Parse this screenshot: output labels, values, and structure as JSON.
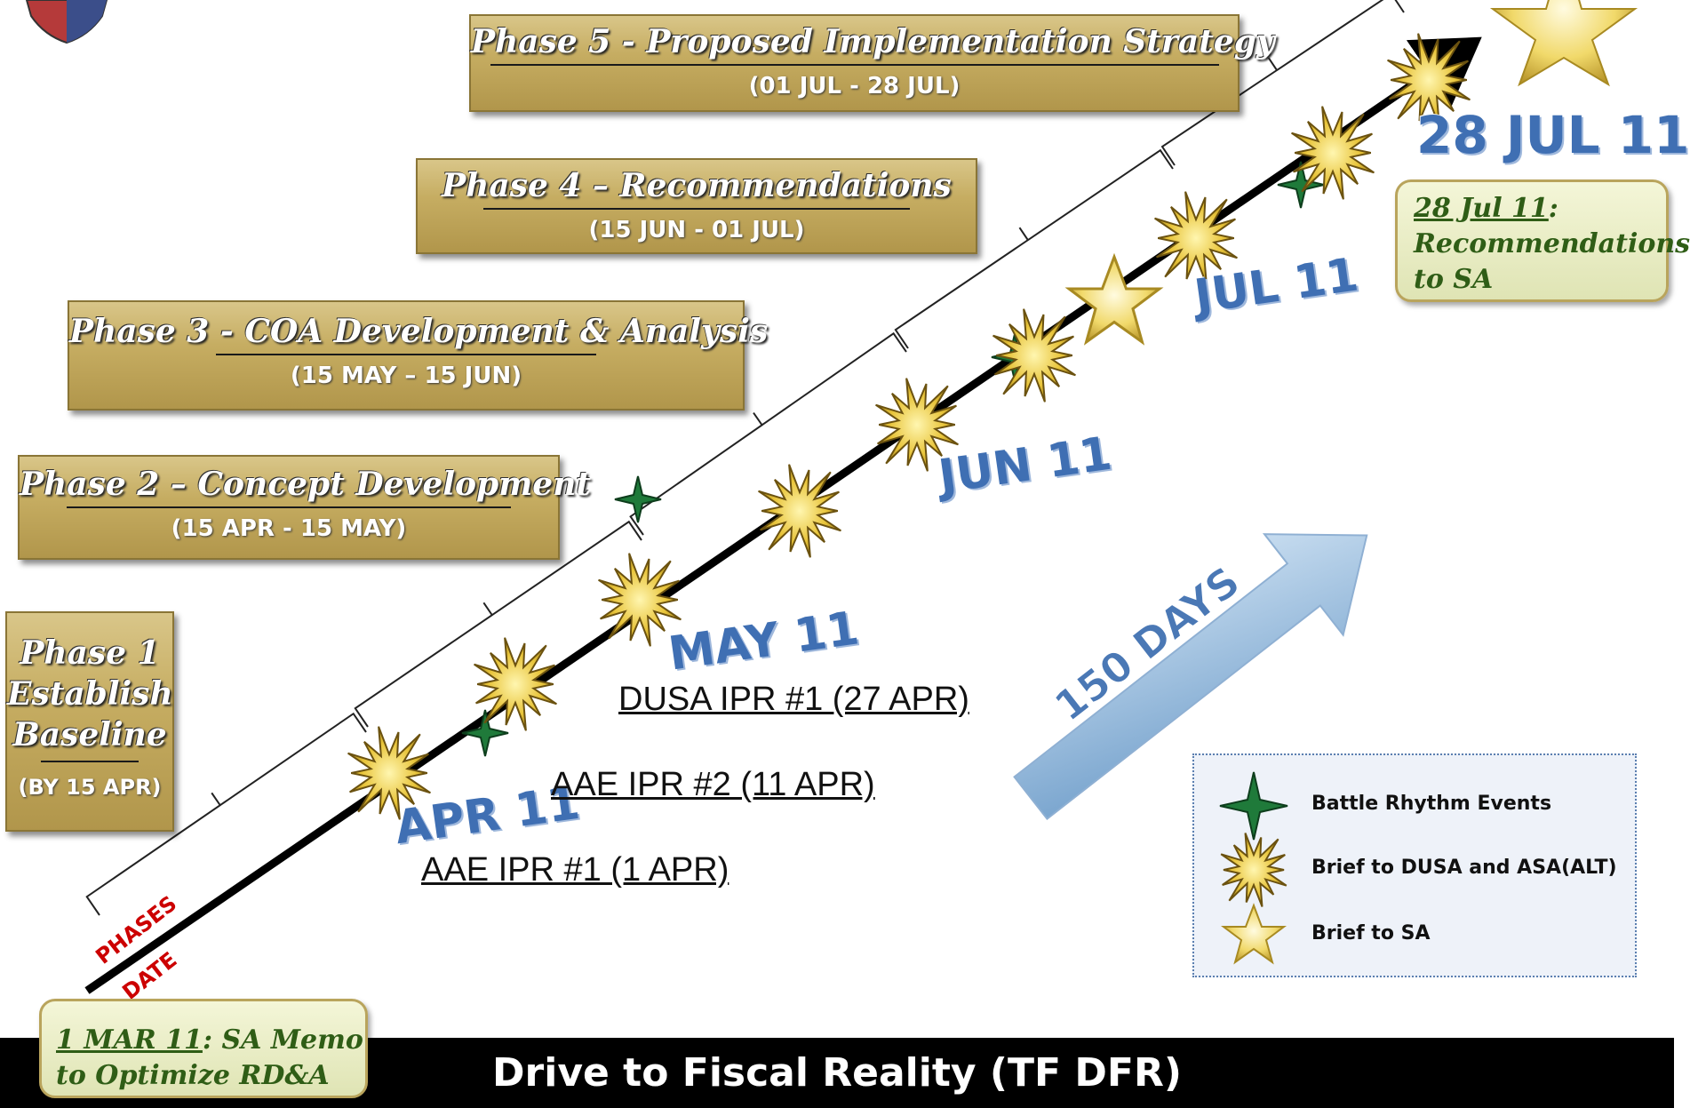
{
  "title": "Drive to Fiscal Reality (TF DFR)",
  "phases": [
    {
      "title": "Phase 5 - Proposed Implementation Strategy",
      "range": "(01 JUL - 28 JUL)"
    },
    {
      "title": "Phase 4 – Recommendations",
      "range": "(15 JUN - 01 JUL)"
    },
    {
      "title": "Phase 3 - COA Development & Analysis",
      "range": "(15 MAY – 15 JUN)"
    },
    {
      "title": "Phase 2 – Concept Development",
      "range": "(15 APR - 15 MAY)"
    },
    {
      "title_lines": [
        "Phase 1",
        "Establish",
        "Baseline"
      ],
      "range": "(BY 15 APR)"
    }
  ],
  "months": [
    "APR 11",
    "MAY 11",
    "JUN 11",
    "JUL 11",
    "28 JUL 11"
  ],
  "iprs": [
    "AAE IPR #1 (1 APR)",
    "AAE IPR #2 (11 APR)",
    "DUSA IPR #1 (27 APR)"
  ],
  "start_note": {
    "date": "1 MAR 11",
    "text": ": SA Memo to Optimize RD&A"
  },
  "end_note": {
    "date": "28 Jul 11",
    "text": ": Recommendations to SA"
  },
  "axis_labels": {
    "phases": "PHASES",
    "date": "DATE"
  },
  "duration": "150 DAYS",
  "legend": [
    {
      "icon": "green-four-point-star-icon",
      "label": "Battle Rhythm Events"
    },
    {
      "icon": "gold-burst-icon",
      "label": "Brief to DUSA and ASA(ALT)"
    },
    {
      "icon": "gold-star-icon",
      "label": "Brief to SA"
    }
  ],
  "colors": {
    "phase_gold": "#c6ad62",
    "month_blue": "#3f6fb3",
    "axis_red": "#cc0000",
    "event_green": "#1f7a3a",
    "burst_gold": "#e8c43a",
    "arrow_blue": "#9cc0e0"
  }
}
